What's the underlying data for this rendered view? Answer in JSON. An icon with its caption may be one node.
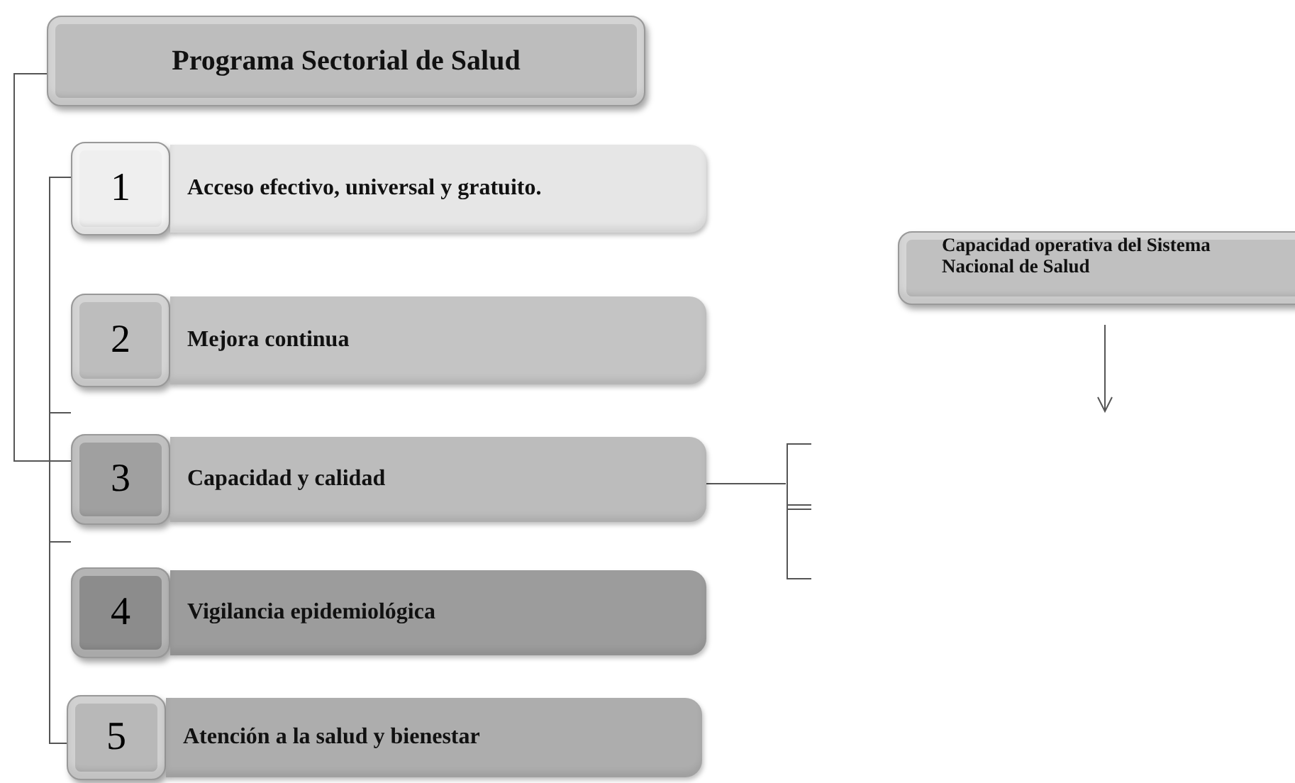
{
  "diagram": {
    "nodes": [
      {
        "text": [
          "Programa Sectorial de Salud"
        ]
      },
      {
        "text": [
          "1",
          "Acceso efectivo, universal y gratuito."
        ]
      },
      {
        "text": [
          "2",
          "Mejora continua"
        ]
      },
      {
        "text": [
          "3",
          "Capacidad y calidad"
        ]
      },
      {
        "text": [
          "4",
          "Vigilancia epidemiológica"
        ]
      },
      {
        "text": [
          "5",
          "Atención a la salud y bienestar"
        ]
      },
      {
        "text": [
          "Capacidad operativa del Sistema Nacional de Salud"
        ]
      },
      {
        "text": [],
        "shape": "bracket"
      }
    ],
    "edges": [
      {
        "from": 0,
        "to": 3,
        "arrow": "none"
      },
      {
        "from": 1,
        "to": 5,
        "arrow": "none"
      },
      {
        "from": 3,
        "to": 7,
        "arrow": "none"
      },
      {
        "from": 6,
        "to": null,
        "arrow": "to"
      }
    ]
  }
}
